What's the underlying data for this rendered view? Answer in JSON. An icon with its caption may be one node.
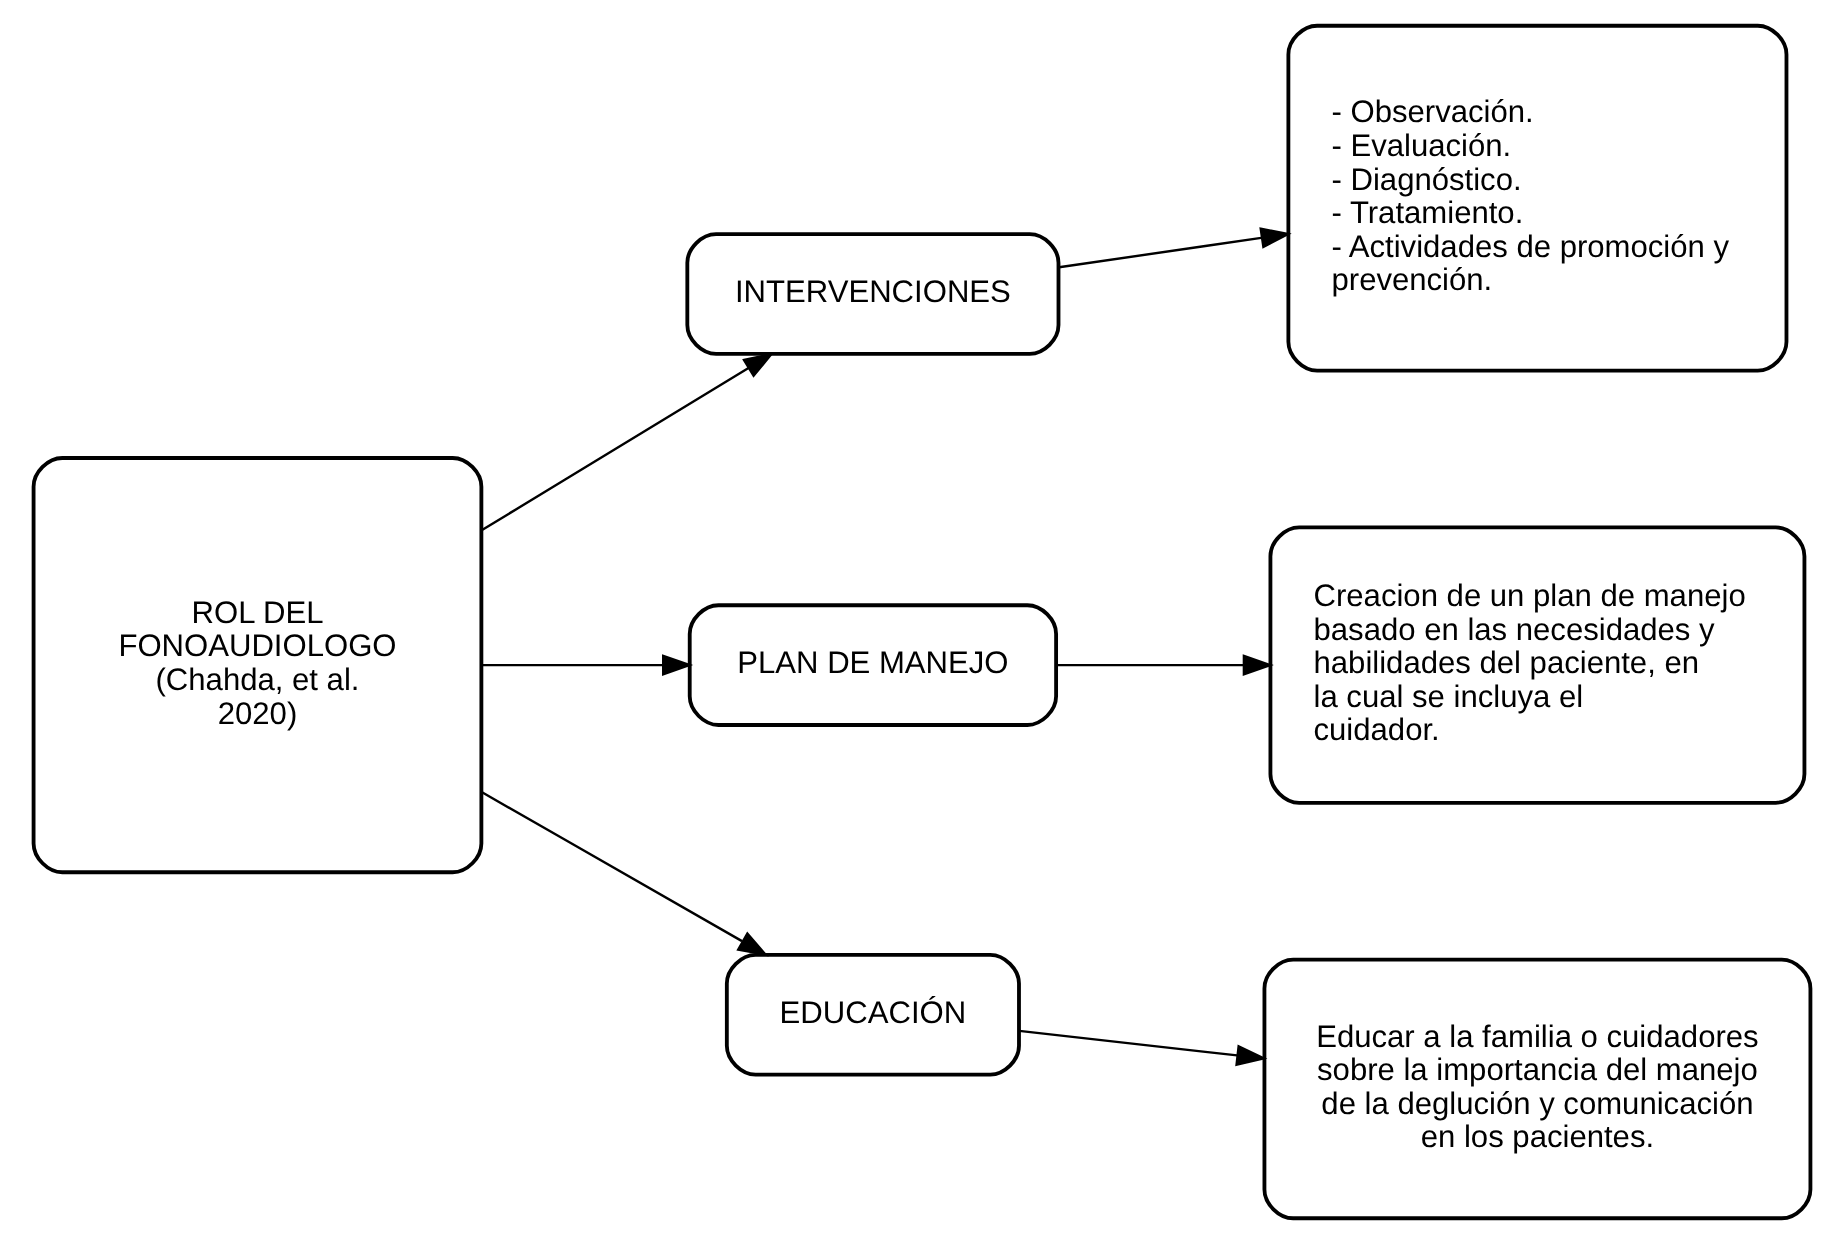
{
  "diagram": {
    "nodes": [
      {
        "text": [
          "ROL DEL FONOAUDIOLOGO (Chahda, et al. 2020)"
        ]
      },
      {
        "text": [
          "INTERVENCIONES"
        ]
      },
      {
        "text": [
          "- Observación.",
          "- Evaluación.",
          "- Diagnóstico.",
          "- Tratamiento.",
          "- Actividades de promoción y prevención."
        ]
      },
      {
        "text": [
          "PLAN DE MANEJO"
        ]
      },
      {
        "text": [
          "Creacion de un plan de manejo basado en las necesidades y habilidades del paciente, en la cual se incluya el cuidador."
        ]
      },
      {
        "text": [
          "EDUCACIÓN"
        ]
      },
      {
        "text": [
          "Educar a la familia o cuidadores sobre la importancia del manejo de la deglución y comunicación en los pacientes."
        ]
      }
    ],
    "edges": [
      {
        "from": 0,
        "to": 1,
        "arrow": "to"
      },
      {
        "from": 0,
        "to": 3,
        "arrow": "to"
      },
      {
        "from": 0,
        "to": 5,
        "arrow": "to"
      },
      {
        "from": 1,
        "to": 2,
        "arrow": "to"
      },
      {
        "from": 3,
        "to": 4,
        "arrow": "to"
      },
      {
        "from": 5,
        "to": 6,
        "arrow": "to"
      }
    ]
  }
}
